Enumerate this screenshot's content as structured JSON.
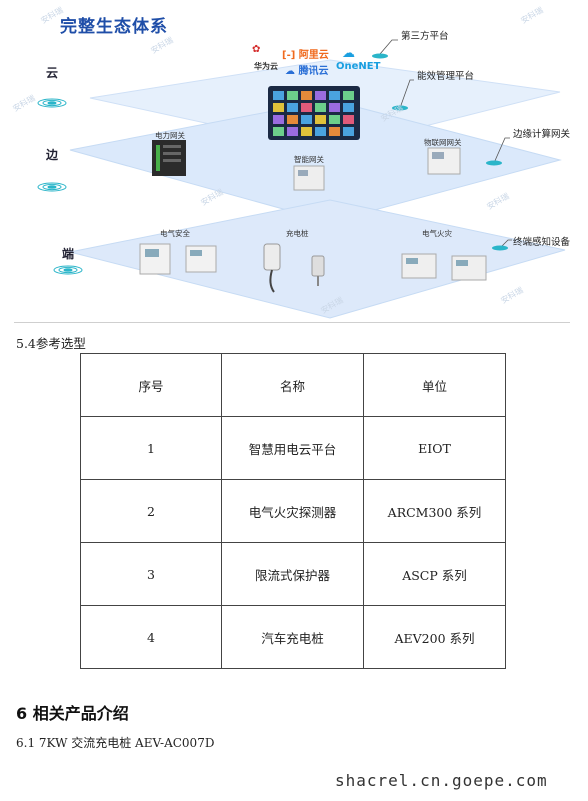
{
  "diagram": {
    "title": "完整生态体系",
    "layers": {
      "cloud": "云",
      "edge": "边",
      "end": "端"
    },
    "callouts": {
      "third_party": "第三方平台",
      "energy_platform": "能效管理平台",
      "edge_gateway": "边缘计算网关",
      "terminal": "终端感知设备"
    },
    "logos": {
      "huawei": "华为云",
      "aliyun": "阿里云",
      "tencent": "腾讯云",
      "onenet": "OneNET"
    },
    "devices": {
      "power_gateway": "电力网关",
      "smart_gateway": "智能网关",
      "iot_gateway": "物联网网关",
      "electric_safety": "电气安全",
      "charging_pile": "充电桩",
      "electric_fire": "电气火灾"
    },
    "watermark": "安科瑞",
    "colors": {
      "title": "#1f4ea8",
      "plane": "#dbe9fb",
      "accent": "#2ab5c9"
    }
  },
  "section": {
    "heading": "5.4参考选型"
  },
  "table": {
    "headers": [
      "序号",
      "名称",
      "单位"
    ],
    "rows": [
      [
        "1",
        "智慧用电云平台",
        "EIOT"
      ],
      [
        "2",
        "电气火灾探测器",
        "ARCM300 系列"
      ],
      [
        "3",
        "限流式保护器",
        "ASCP 系列"
      ],
      [
        "4",
        "汽车充电桩",
        "AEV200 系列"
      ]
    ]
  },
  "chapter": {
    "title": "6 相关产品介绍",
    "subtitle": "6.1 7KW 交流充电桩 AEV-AC007D"
  },
  "footer": {
    "url": "shacrel.cn.goepe.com"
  }
}
